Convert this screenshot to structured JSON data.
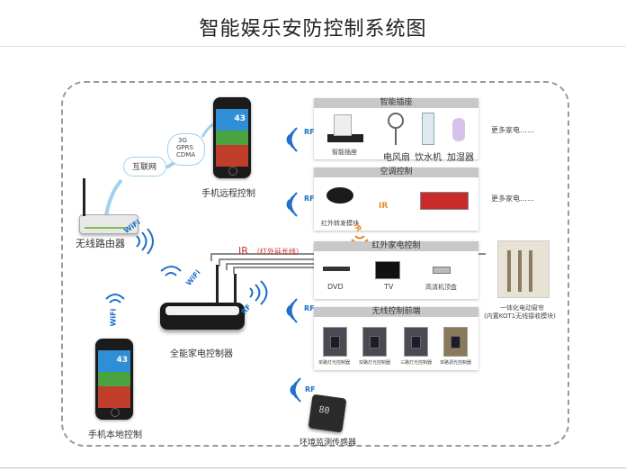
{
  "title": "智能娱乐安防控制系统图",
  "labels": {
    "router": "无线路由器",
    "remote_phone": "手机远程控制",
    "local_phone": "手机本地控制",
    "controller": "全能家电控制器",
    "internet": "互联网",
    "network_1": "3G",
    "network_2": "GPRS",
    "network_3": "CDMA",
    "ir_line": "IR",
    "ir_line_note": "（红外延长线）",
    "wifi": "WiFi",
    "rf": "RF",
    "ir": "IR",
    "curtain_1": "一体化电动窗帘",
    "curtain_2": "(内置KOT1无线接收模块)",
    "sensor": "环境监测传感器",
    "phone_temp": "43"
  },
  "panels": {
    "smart_socket": {
      "title": "智能插座",
      "socket_label": "智能插座",
      "fan": "电风扇",
      "water": "饮水机",
      "humidifier": "加湿器",
      "more": "更多家电……"
    },
    "ac": {
      "title": "空调控制",
      "ir_module": "红外转发模块",
      "more": "更多家电……"
    },
    "ir_home": {
      "title": "红外家电控制",
      "dvd": "DVD",
      "tv": "TV",
      "stb": "高清机顶盒"
    },
    "wireless": {
      "title": "无线控制前端",
      "switches": [
        "单路灯光控制器",
        "双路灯光控制器",
        "三路灯光控制器",
        "单路调光控制器"
      ]
    }
  },
  "sensor_readout": "80"
}
